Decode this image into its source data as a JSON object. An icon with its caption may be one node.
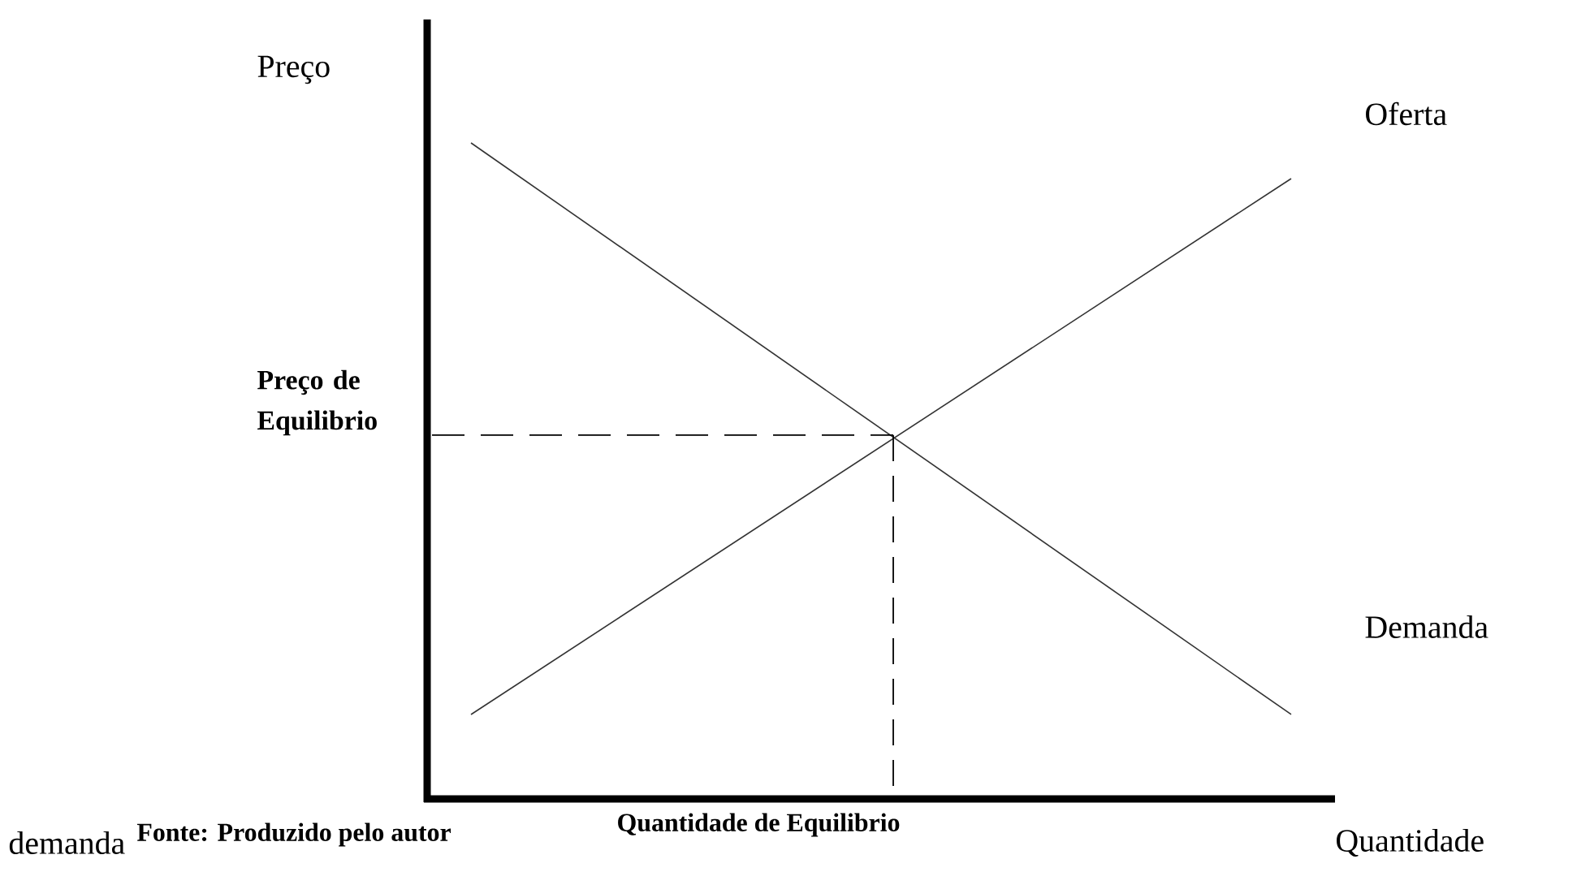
{
  "diagram": {
    "labels": [
      "Preço",
      "Oferta",
      "Preço de Equilibrio",
      "Demanda",
      "Quantidade de Equilibrio",
      "demanda",
      "Fonte: Produzido pelo autor",
      "Quantidade"
    ]
  }
}
